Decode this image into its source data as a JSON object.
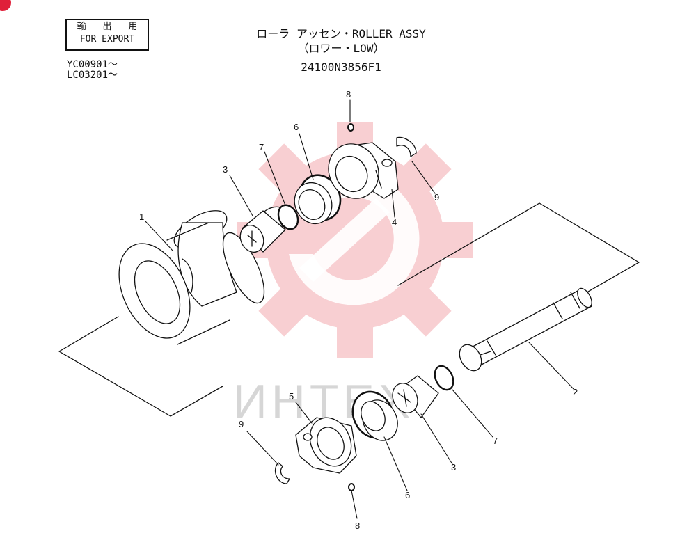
{
  "export_label_jp": "輸 出 用",
  "export_label_en": "FOR EXPORT",
  "serials": [
    "YC00901～",
    "LC03201～"
  ],
  "title_line1": "ローラ アッセン・ROLLER ASSY",
  "title_line2": "（ロワー・LOW）",
  "part_number": "24100N3856F1",
  "watermark_text": "ИНТЕХ",
  "colors": {
    "ink": "#111111",
    "watermark": "#f2a0a4",
    "accent": "#e0203a"
  },
  "callouts": [
    {
      "id": "c1",
      "label": "1"
    },
    {
      "id": "c2",
      "label": "2"
    },
    {
      "id": "c3a",
      "label": "3"
    },
    {
      "id": "c3b",
      "label": "3"
    },
    {
      "id": "c4",
      "label": "4"
    },
    {
      "id": "c5",
      "label": "5"
    },
    {
      "id": "c6a",
      "label": "6"
    },
    {
      "id": "c6b",
      "label": "6"
    },
    {
      "id": "c7a",
      "label": "7"
    },
    {
      "id": "c7b",
      "label": "7"
    },
    {
      "id": "c8a",
      "label": "8"
    },
    {
      "id": "c8b",
      "label": "8"
    },
    {
      "id": "c9a",
      "label": "9"
    },
    {
      "id": "c9b",
      "label": "9"
    }
  ]
}
